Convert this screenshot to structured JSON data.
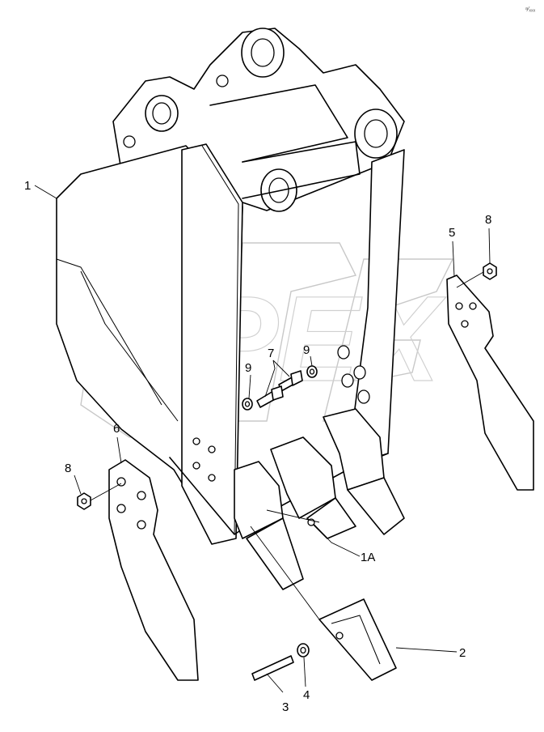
{
  "callouts": {
    "c1": "1",
    "c1a": "1A",
    "c2": "2",
    "c3": "3",
    "c4": "4",
    "c5": "5",
    "c6": "6",
    "c7": "7",
    "c8a": "8",
    "c8b": "8",
    "c9a": "9",
    "c9b": "9"
  },
  "watermark": "OPEX",
  "corner_mark": "ᵃ⁄ₓₓₓ"
}
